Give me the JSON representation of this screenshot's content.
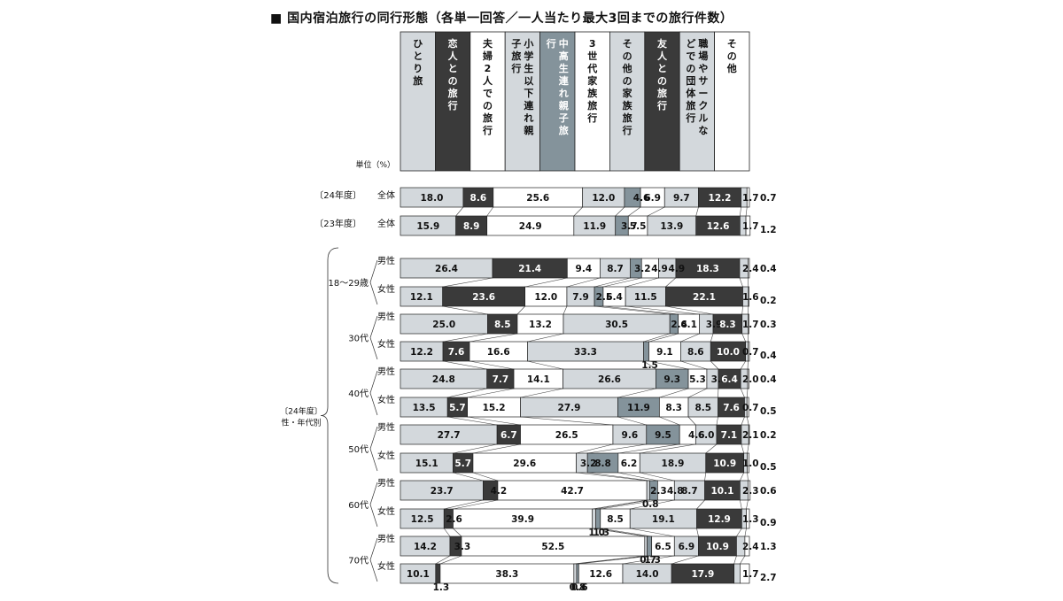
{
  "chart_data": {
    "type": "bar",
    "stacked": "100%",
    "orientation": "horizontal",
    "title": "■ 国内宿泊旅行の同行形態（各単一回答／一人当たり最大3回までの旅行件数）",
    "unit_label": "単位（%）",
    "categories": [
      {
        "group": "〔24年度〕",
        "label": "全体"
      },
      {
        "group": "〔23年度〕",
        "label": "全体"
      },
      {
        "group": "18〜29歳",
        "label": "男性"
      },
      {
        "group": "18〜29歳",
        "label": "女性"
      },
      {
        "group": "30代",
        "label": "男性"
      },
      {
        "group": "30代",
        "label": "女性"
      },
      {
        "group": "40代",
        "label": "男性"
      },
      {
        "group": "40代",
        "label": "女性"
      },
      {
        "group": "50代",
        "label": "男性"
      },
      {
        "group": "50代",
        "label": "女性"
      },
      {
        "group": "60代",
        "label": "男性"
      },
      {
        "group": "60代",
        "label": "女性"
      },
      {
        "group": "70代",
        "label": "男性"
      },
      {
        "group": "70代",
        "label": "女性"
      }
    ],
    "age_groups": [
      "18〜29歳",
      "30代",
      "40代",
      "50代",
      "60代",
      "70代"
    ],
    "bracket_label_1": "〔24年度〕",
    "bracket_label_2": "性・年代別",
    "series": [
      {
        "name": "ひとり旅",
        "color": "#d3d8dc",
        "values": [
          18.0,
          15.9,
          26.4,
          12.1,
          25.0,
          12.2,
          24.8,
          13.5,
          27.7,
          15.1,
          23.7,
          12.5,
          14.2,
          10.1
        ]
      },
      {
        "name": "恋人との旅行",
        "color": "#3a3a3a",
        "values": [
          8.6,
          8.9,
          21.4,
          23.6,
          8.5,
          7.6,
          7.7,
          5.7,
          6.7,
          5.7,
          4.2,
          2.6,
          3.3,
          1.3
        ]
      },
      {
        "name": "夫婦2人での旅行",
        "color": "#ffffff",
        "values": [
          25.6,
          24.9,
          9.4,
          12.0,
          13.2,
          16.6,
          14.1,
          15.2,
          26.5,
          29.6,
          42.7,
          39.9,
          52.5,
          38.3
        ]
      },
      {
        "name": "小学生以下連れ親子旅行",
        "color": "#d3d8dc",
        "values": [
          12.0,
          11.9,
          8.7,
          7.9,
          30.5,
          33.3,
          26.6,
          27.9,
          9.6,
          3.2,
          0.8,
          1.0,
          0.7,
          0.8
        ]
      },
      {
        "name": "中高生連れ親子旅行",
        "color": "#84939b",
        "values": [
          4.6,
          3.7,
          3.2,
          2.5,
          2.4,
          1.5,
          9.3,
          11.9,
          9.5,
          8.8,
          2.3,
          1.3,
          1.3,
          0.6
        ]
      },
      {
        "name": "3世代家族旅行",
        "color": "#ffffff",
        "values": [
          6.9,
          5.5,
          4.9,
          6.4,
          6.1,
          9.1,
          5.3,
          8.3,
          4.6,
          6.2,
          4.8,
          8.5,
          6.5,
          12.6
        ]
      },
      {
        "name": "その他の家族旅行",
        "color": "#d3d8dc",
        "values": [
          9.7,
          13.9,
          4.9,
          11.5,
          3.9,
          8.6,
          3.3,
          8.5,
          6.0,
          18.9,
          8.7,
          19.1,
          6.9,
          14.0
        ]
      },
      {
        "name": "友人との旅行",
        "color": "#3a3a3a",
        "values": [
          12.2,
          12.6,
          18.3,
          22.1,
          8.3,
          10.0,
          6.4,
          7.6,
          7.1,
          10.9,
          10.1,
          12.9,
          10.9,
          17.9
        ]
      },
      {
        "name": "職場やサークルなどでの団体旅行",
        "color": "#d3d8dc",
        "values": [
          1.7,
          1.7,
          2.4,
          1.6,
          1.7,
          0.7,
          2.0,
          0.7,
          2.1,
          1.0,
          2.3,
          1.3,
          2.4,
          1.7
        ]
      },
      {
        "name": "その他",
        "color": "#ffffff",
        "values": [
          0.7,
          1.2,
          0.4,
          0.2,
          0.3,
          0.4,
          0.4,
          0.5,
          0.2,
          0.5,
          0.6,
          0.9,
          1.3,
          2.7
        ]
      }
    ],
    "legend_text_colors": [
      "#111111",
      "#ffffff",
      "#111111",
      "#111111",
      "#ffffff",
      "#111111",
      "#111111",
      "#ffffff",
      "#111111",
      "#111111"
    ]
  }
}
